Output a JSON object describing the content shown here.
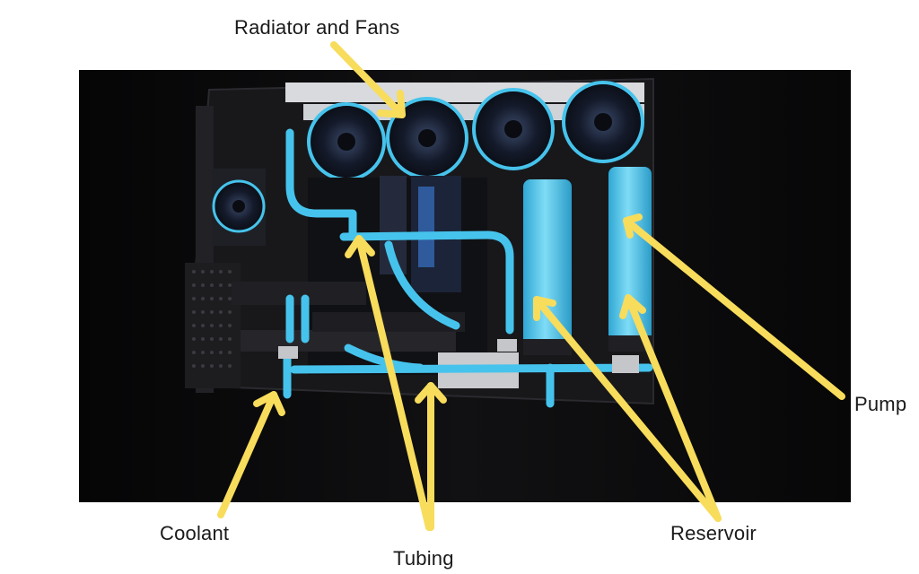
{
  "labels": {
    "radiator": "Radiator and Fans",
    "pump": "Pump",
    "coolant": "Coolant",
    "tubing": "Tubing",
    "reservoir": "Reservoir"
  },
  "colors": {
    "arrow": "#f8dc5c",
    "coolant": "#46c3ec",
    "case": "#141416"
  }
}
